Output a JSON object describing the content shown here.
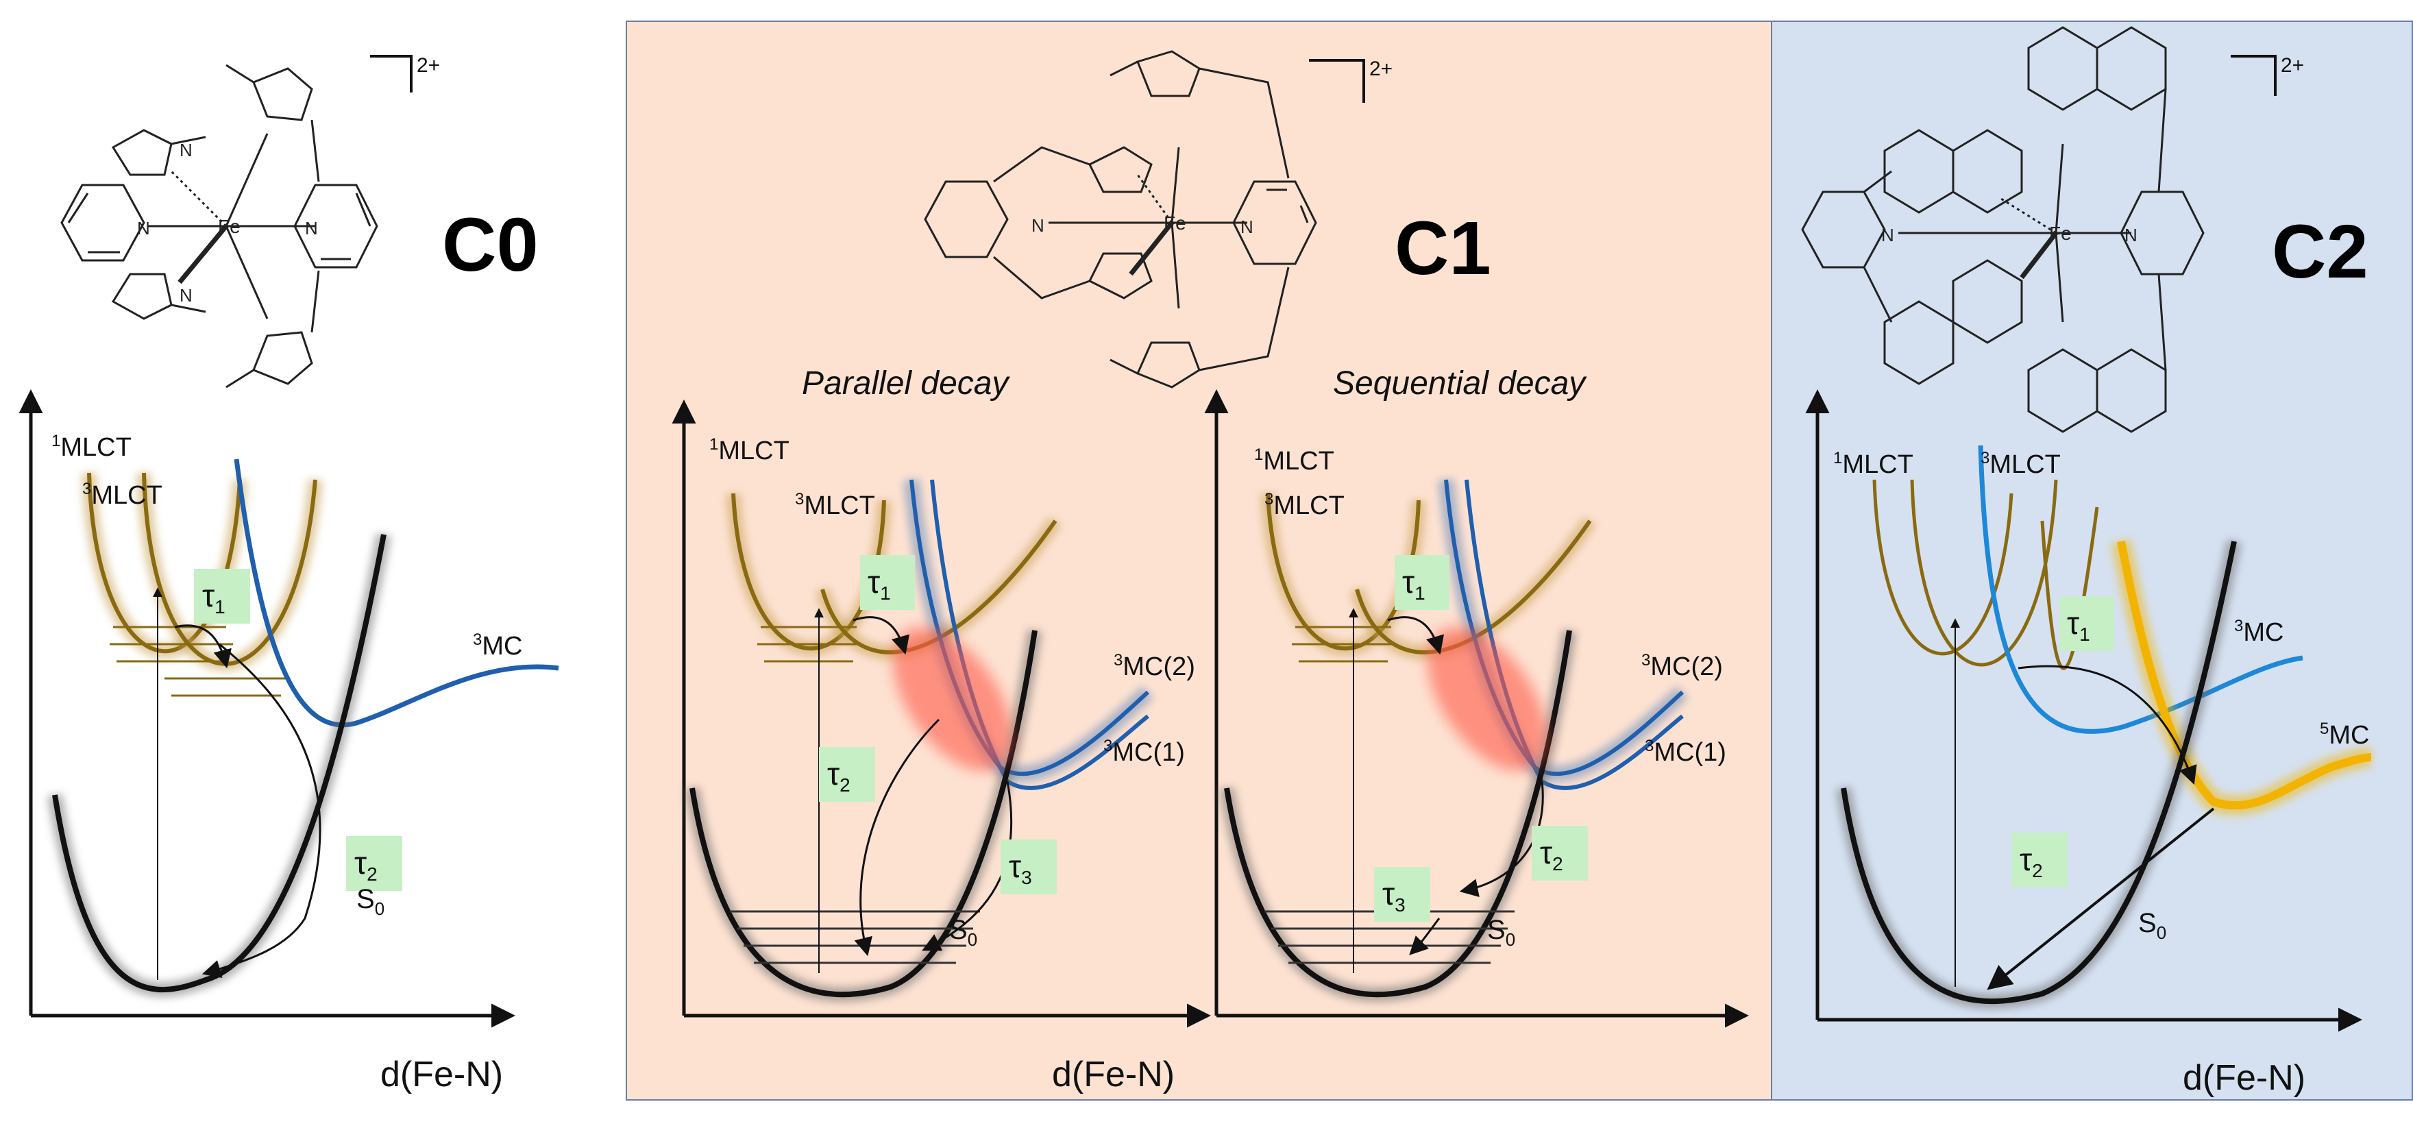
{
  "panels": [
    {
      "label": "C0",
      "charge": "2+",
      "background": "#ffffff",
      "states": {
        "mlct1": "MLCT",
        "mlct1_sup": "1",
        "mlct3": "MLCT",
        "mlct3_sup": "3",
        "mc3": "MC",
        "mc3_sup": "3",
        "s0": "S",
        "s0_sub": "0"
      },
      "taus": [
        {
          "sym": "τ",
          "sub": "1"
        },
        {
          "sym": "τ",
          "sub": "2"
        }
      ],
      "xlabel": "d(Fe-N)"
    },
    {
      "label": "C1",
      "charge": "2+",
      "background": "#fde2d2",
      "subpanels": [
        {
          "title": "Parallel decay",
          "states": {
            "mlct1": "MLCT",
            "mlct1_sup": "1",
            "mlct3": "MLCT",
            "mlct3_sup": "3",
            "mc3_2": "MC(2)",
            "mc3_2_sup": "3",
            "mc3_1": "MC(1)",
            "mc3_1_sup": "3",
            "s0": "S",
            "s0_sub": "0"
          },
          "taus": [
            {
              "sym": "τ",
              "sub": "1"
            },
            {
              "sym": "τ",
              "sub": "2"
            },
            {
              "sym": "τ",
              "sub": "3"
            }
          ],
          "xlabel": "d(Fe-N)"
        },
        {
          "title": "Sequential decay",
          "states": {
            "mlct1": "MLCT",
            "mlct1_sup": "1",
            "mlct3": "MLCT",
            "mlct3_sup": "3",
            "mc3_2": "MC(2)",
            "mc3_2_sup": "3",
            "mc3_1": "MC(1)",
            "mc3_1_sup": "3",
            "s0": "S",
            "s0_sub": "0"
          },
          "taus": [
            {
              "sym": "τ",
              "sub": "1"
            },
            {
              "sym": "τ",
              "sub": "2"
            },
            {
              "sym": "τ",
              "sub": "3"
            }
          ],
          "xlabel": ""
        }
      ]
    },
    {
      "label": "C2",
      "charge": "2+",
      "background": "#d5e1f1",
      "states": {
        "mlct1": "MLCT",
        "mlct1_sup": "1",
        "mlct3": "MLCT",
        "mlct3_sup": "3",
        "mc3": "MC",
        "mc3_sup": "3",
        "mc5": "MC",
        "mc5_sup": "5",
        "s0": "S",
        "s0_sub": "0"
      },
      "taus": [
        {
          "sym": "τ",
          "sub": "1"
        },
        {
          "sym": "τ",
          "sub": "2"
        }
      ],
      "xlabel": "d(Fe-N)"
    }
  ],
  "molecule": {
    "metal": "Fe",
    "nitrogen": "N"
  },
  "colors": {
    "mlct": "#8a6a10",
    "mc3": "#1f5fae",
    "mc3_light": "#1e88d8",
    "mc5": "#f2b400",
    "ground": "#111111",
    "tau_box": "#c6efc6",
    "overlap": "#ff5a4a",
    "panel_border": "#6a7ea0"
  }
}
